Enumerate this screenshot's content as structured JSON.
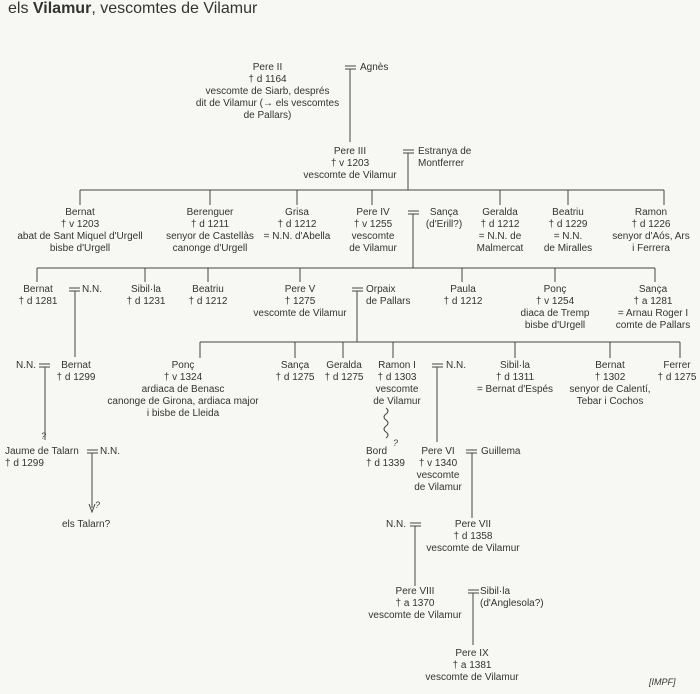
{
  "title": {
    "prefix": "els ",
    "bold": "Vilamur",
    "suffix": ", vescomtes de Vilamur"
  },
  "credit": "[IMPF]",
  "persons": {
    "pere2": {
      "name": "Pere II",
      "lines": [
        "† d 1164",
        "vescomte de Siarb, després",
        "dit de Vilamur (→ els vescomtes",
        "de Pallars)"
      ]
    },
    "agnes": {
      "name": "Agnès",
      "lines": []
    },
    "pere3": {
      "name": "Pere III",
      "lines": [
        "† v 1203",
        "vescomte de Vilamur"
      ]
    },
    "estranya": {
      "name": "Estranya de",
      "lines": [
        "Montferrer"
      ]
    },
    "bernat1": {
      "name": "Bernat",
      "lines": [
        "† v 1203",
        "abat de Sant Miquel d'Urgell",
        "bisbe d'Urgell"
      ]
    },
    "berenguer": {
      "name": "Berenguer",
      "lines": [
        "† d 1211",
        "senyor de Castellàs",
        "canonge d'Urgell"
      ]
    },
    "grisa": {
      "name": "Grisa",
      "lines": [
        "† d 1212",
        "= N.N. d'Abella"
      ]
    },
    "pere4": {
      "name": "Pere IV",
      "lines": [
        "† v 1255",
        "vescomte",
        "de Vilamur"
      ]
    },
    "sanca1": {
      "name": "Sança",
      "lines": [
        "(d'Erill?)"
      ]
    },
    "geralda1": {
      "name": "Geralda",
      "lines": [
        "† d 1212",
        "= N.N. de",
        "Malmercat"
      ]
    },
    "beatriu1": {
      "name": "Beatriu",
      "lines": [
        "† d 1229",
        "= N.N.",
        "de Miralles"
      ]
    },
    "ramon1": {
      "name": "Ramon",
      "lines": [
        "† d 1226",
        "senyor d'Aós, Ars",
        "i Ferrera"
      ]
    },
    "bernat2": {
      "name": "Bernat",
      "lines": [
        "† d 1281"
      ]
    },
    "nn1": {
      "name": "N.N.",
      "lines": []
    },
    "sibilla1": {
      "name": "Sibil·la",
      "lines": [
        "† d 1231"
      ]
    },
    "beatriu2": {
      "name": "Beatriu",
      "lines": [
        "† d 1212"
      ]
    },
    "pere5": {
      "name": "Pere V",
      "lines": [
        "† 1275",
        "vescomte de Vilamur"
      ]
    },
    "orpaix": {
      "name": "Orpaix",
      "lines": [
        "de Pallars"
      ]
    },
    "paula": {
      "name": "Paula",
      "lines": [
        "† d 1212"
      ]
    },
    "ponc1": {
      "name": "Ponç",
      "lines": [
        "† v 1254",
        "diaca de Tremp",
        "bisbe d'Urgell"
      ]
    },
    "sanca2": {
      "name": "Sança",
      "lines": [
        "† a 1281",
        "= Arnau Roger I",
        "comte de Pallars"
      ]
    },
    "nn2": {
      "name": "N.N.",
      "lines": []
    },
    "bernat3": {
      "name": "Bernat",
      "lines": [
        "† d 1299"
      ]
    },
    "ponc2": {
      "name": "Ponç",
      "lines": [
        "† v 1324",
        "ardiaca de Benasc",
        "canonge de Girona, ardiaca major",
        "i bisbe de Lleida"
      ]
    },
    "sanca3": {
      "name": "Sança",
      "lines": [
        "† d 1275"
      ]
    },
    "geralda2": {
      "name": "Geralda",
      "lines": [
        "† d 1275"
      ]
    },
    "ramon2": {
      "name": "Ramon I",
      "lines": [
        "† d 1303",
        "vescomte",
        "de Vilamur"
      ]
    },
    "nn3": {
      "name": "N.N.",
      "lines": []
    },
    "sibilla2": {
      "name": "Sibil·la",
      "lines": [
        "† d 1311",
        "= Bernat d'Espés"
      ]
    },
    "bernat4": {
      "name": "Bernat",
      "lines": [
        "† 1302",
        "senyor de Calentí,",
        "Tebar i Cochos"
      ]
    },
    "ferrer": {
      "name": "Ferrer",
      "lines": [
        "† d 1275"
      ]
    },
    "jaume": {
      "name": "Jaume de Talarn",
      "lines": [
        "† d 1299"
      ]
    },
    "nn4": {
      "name": "N.N.",
      "lines": []
    },
    "talarn": {
      "name": "els Talarn?",
      "lines": []
    },
    "bord": {
      "name": "Bord",
      "lines": [
        "† d 1339"
      ]
    },
    "pere6": {
      "name": "Pere VI",
      "lines": [
        "† v 1340",
        "vescomte",
        "de Vilamur"
      ]
    },
    "guillema": {
      "name": "Guillema",
      "lines": []
    },
    "nn5": {
      "name": "N.N.",
      "lines": []
    },
    "pere7": {
      "name": "Pere VII",
      "lines": [
        "† d 1358",
        "vescomte de Vilamur"
      ]
    },
    "pere8": {
      "name": "Pere VIII",
      "lines": [
        "† a 1370",
        "vescomte de Vilamur"
      ]
    },
    "sibilla3": {
      "name": "Sibil·la",
      "lines": [
        "(d'Anglesola?)"
      ]
    },
    "pere9": {
      "name": "Pere IX",
      "lines": [
        "† a 1381",
        "vescomte de Vilamur"
      ]
    }
  },
  "uncertain_marks": [
    "?",
    "?",
    "?"
  ]
}
